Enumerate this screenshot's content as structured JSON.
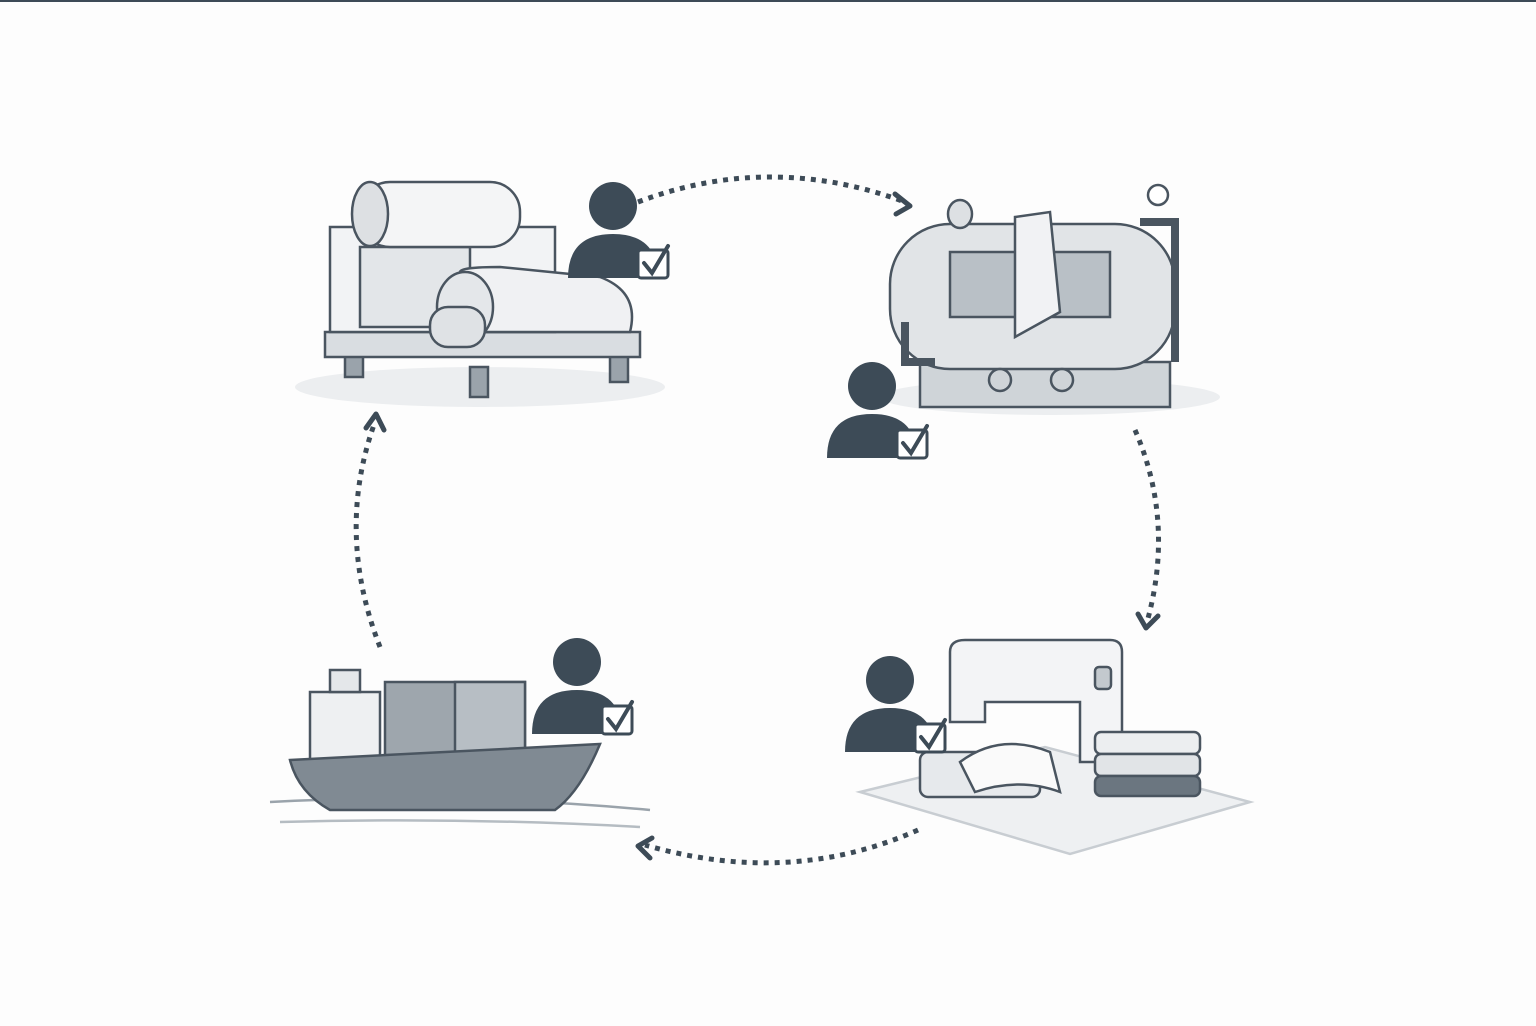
{
  "diagram": {
    "type": "cycle",
    "colors": {
      "accent": "#3d4b57",
      "line": "#3d4b57",
      "machine_fill": "#e6e8ea",
      "machine_stroke": "#4a5560"
    },
    "nodes": [
      {
        "icon": "fabric-roll-machine-icon",
        "approval_icon": "person-check-icon"
      },
      {
        "icon": "dyeing-machine-icon",
        "approval_icon": "person-check-icon"
      },
      {
        "icon": "sewing-machine-icon",
        "approval_icon": "person-check-icon"
      },
      {
        "icon": "cargo-ship-icon",
        "approval_icon": "person-check-icon"
      }
    ],
    "connectors": [
      {
        "from": 0,
        "to": 1,
        "style": "dotted-arrow"
      },
      {
        "from": 1,
        "to": 2,
        "style": "dotted-arrow"
      },
      {
        "from": 2,
        "to": 3,
        "style": "dotted-arrow"
      },
      {
        "from": 3,
        "to": 0,
        "style": "dotted-arrow"
      }
    ]
  }
}
